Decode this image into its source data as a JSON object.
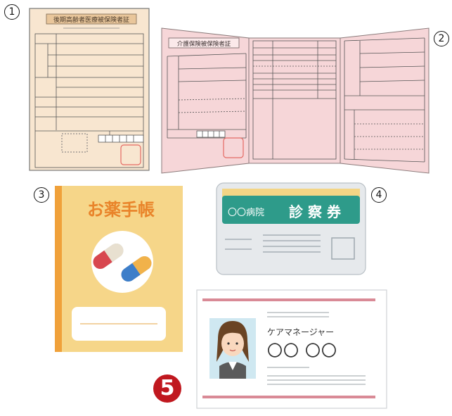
{
  "markers": {
    "m1": "1",
    "m2": "2",
    "m3": "3",
    "m4": "4",
    "m5": "5"
  },
  "card1": {
    "title": "後期高齢者医療被保険者証",
    "color": "#f8e6d0"
  },
  "card2": {
    "title": "介護保険被保険者証",
    "color": "#f6d6d8"
  },
  "booklet": {
    "title": "お薬手帳",
    "color": "#f6d689",
    "spine": "#f0a13a"
  },
  "clinic": {
    "hospital": "〇〇病院",
    "title": "診 察 券",
    "accent": "#2e9b8a"
  },
  "care_card": {
    "role": "ケアマネージャー",
    "name": "〇〇 〇〇",
    "accent": "#d98a96"
  }
}
